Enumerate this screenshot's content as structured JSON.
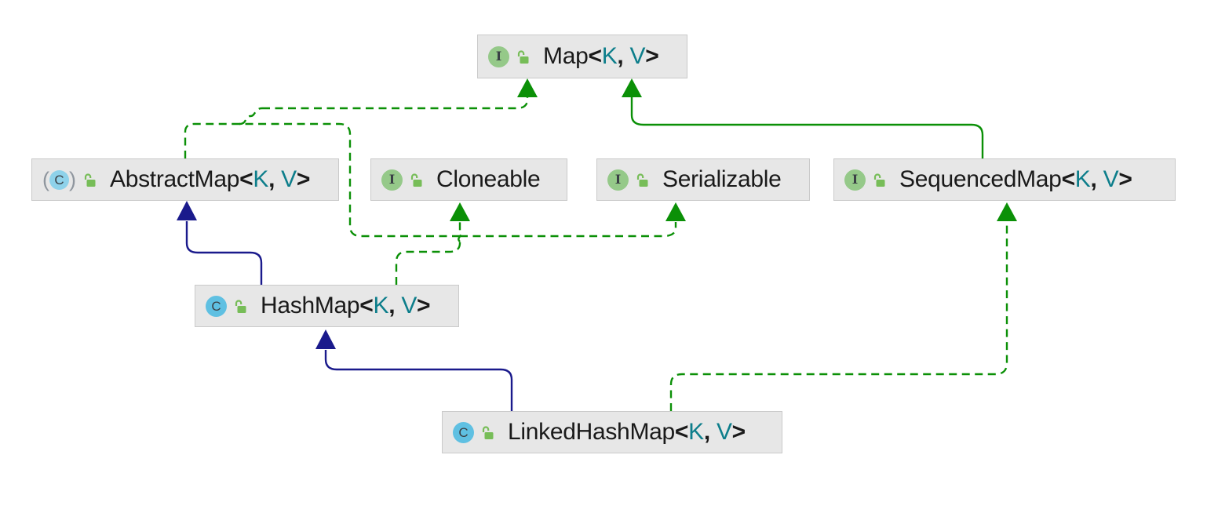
{
  "diagram": {
    "title": "Java Map class hierarchy UML diagram",
    "colors": {
      "edge_green": "#0b9007",
      "edge_navy": "#1a1a8c",
      "node_bg": "#e7e7e7",
      "node_border": "#cacaca",
      "type_param": "#0d7e8b",
      "iface_bg": "#95c989",
      "class_bg": "#5fc0e2",
      "abstract_bg": "#8ed2ea",
      "lock_green": "#77bd58",
      "canvas_bg": "#ffffff"
    },
    "nodes": [
      {
        "id": "map",
        "kind": "interface",
        "icon_letter": "I",
        "name": "Map",
        "lt": "<",
        "k": "K",
        "sep": ", ",
        "v": "V",
        "gt": ">"
      },
      {
        "id": "abstractmap",
        "kind": "abstract-class",
        "icon_letter": "C",
        "paren_l": "(",
        "paren_r": ")",
        "name": "AbstractMap",
        "lt": "<",
        "k": "K",
        "sep": ", ",
        "v": "V",
        "gt": ">"
      },
      {
        "id": "cloneable",
        "kind": "interface",
        "icon_letter": "I",
        "name": "Cloneable"
      },
      {
        "id": "serializable",
        "kind": "interface",
        "icon_letter": "I",
        "name": "Serializable"
      },
      {
        "id": "sequencedmap",
        "kind": "interface",
        "icon_letter": "I",
        "name": "SequencedMap",
        "lt": "<",
        "k": "K",
        "sep": ", ",
        "v": "V",
        "gt": ">"
      },
      {
        "id": "hashmap",
        "kind": "class",
        "icon_letter": "C",
        "name": "HashMap",
        "lt": "<",
        "k": "K",
        "sep": ", ",
        "v": "V",
        "gt": ">"
      },
      {
        "id": "linkedhashmap",
        "kind": "class",
        "icon_letter": "C",
        "name": "LinkedHashMap",
        "lt": "<",
        "k": "K",
        "sep": ", ",
        "v": "V",
        "gt": ">"
      }
    ],
    "edges": [
      {
        "from": "AbstractMap",
        "to": "Map",
        "type": "implements",
        "style": "dashed",
        "color": "#0b9007"
      },
      {
        "from": "HashMap",
        "to": "Map",
        "type": "implements",
        "style": "dashed",
        "color": "#0b9007"
      },
      {
        "from": "HashMap",
        "to": "Cloneable",
        "type": "implements",
        "style": "dashed",
        "color": "#0b9007"
      },
      {
        "from": "HashMap",
        "to": "Serializable",
        "type": "implements",
        "style": "dashed",
        "color": "#0b9007"
      },
      {
        "from": "HashMap",
        "to": "AbstractMap",
        "type": "extends",
        "style": "solid",
        "color": "#1a1a8c"
      },
      {
        "from": "SequencedMap",
        "to": "Map",
        "type": "extends",
        "style": "solid",
        "color": "#0b9007"
      },
      {
        "from": "LinkedHashMap",
        "to": "SequencedMap",
        "type": "implements",
        "style": "dashed",
        "color": "#0b9007"
      },
      {
        "from": "LinkedHashMap",
        "to": "HashMap",
        "type": "extends",
        "style": "solid",
        "color": "#1a1a8c"
      }
    ]
  }
}
